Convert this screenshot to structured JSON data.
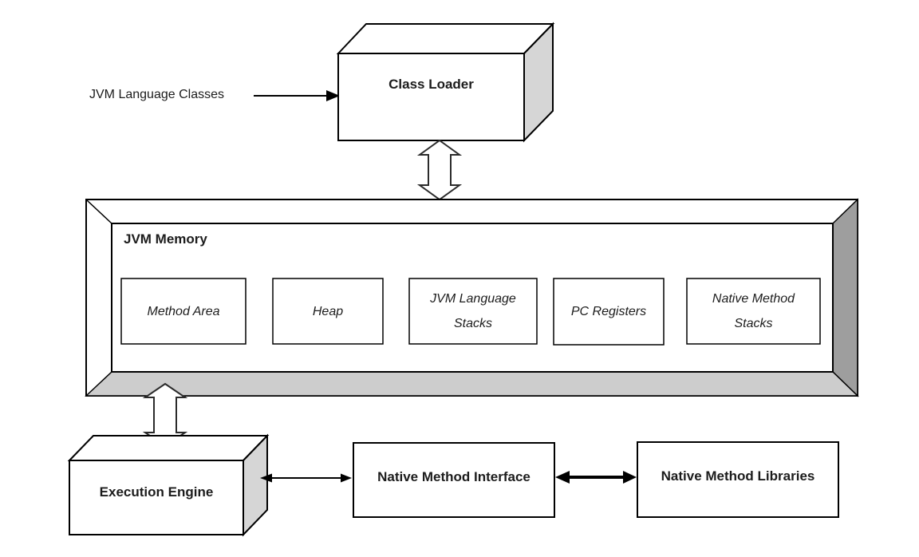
{
  "colors": {
    "background": "#ffffff",
    "stroke": "#000000",
    "text": "#1c1c1c",
    "box_side_gray": "#d6d6d6",
    "memory_bevel_bottom": "#cdcdcd",
    "memory_bevel_right": "#9e9e9e",
    "arrow_fill_white": "#ffffff"
  },
  "nodes": {
    "input_label": "JVM Language Classes",
    "class_loader": "Class Loader",
    "jvm_memory": "JVM Memory",
    "execution_engine": "Execution Engine",
    "native_method_interface": "Native Method Interface",
    "native_method_libraries": "Native Method Libraries"
  },
  "memory_cells": [
    {
      "label": "Method Area"
    },
    {
      "label": "Heap"
    },
    {
      "label": "JVM Language Stacks"
    },
    {
      "label": "PC Registers"
    },
    {
      "label": "Native Method Stacks"
    }
  ]
}
